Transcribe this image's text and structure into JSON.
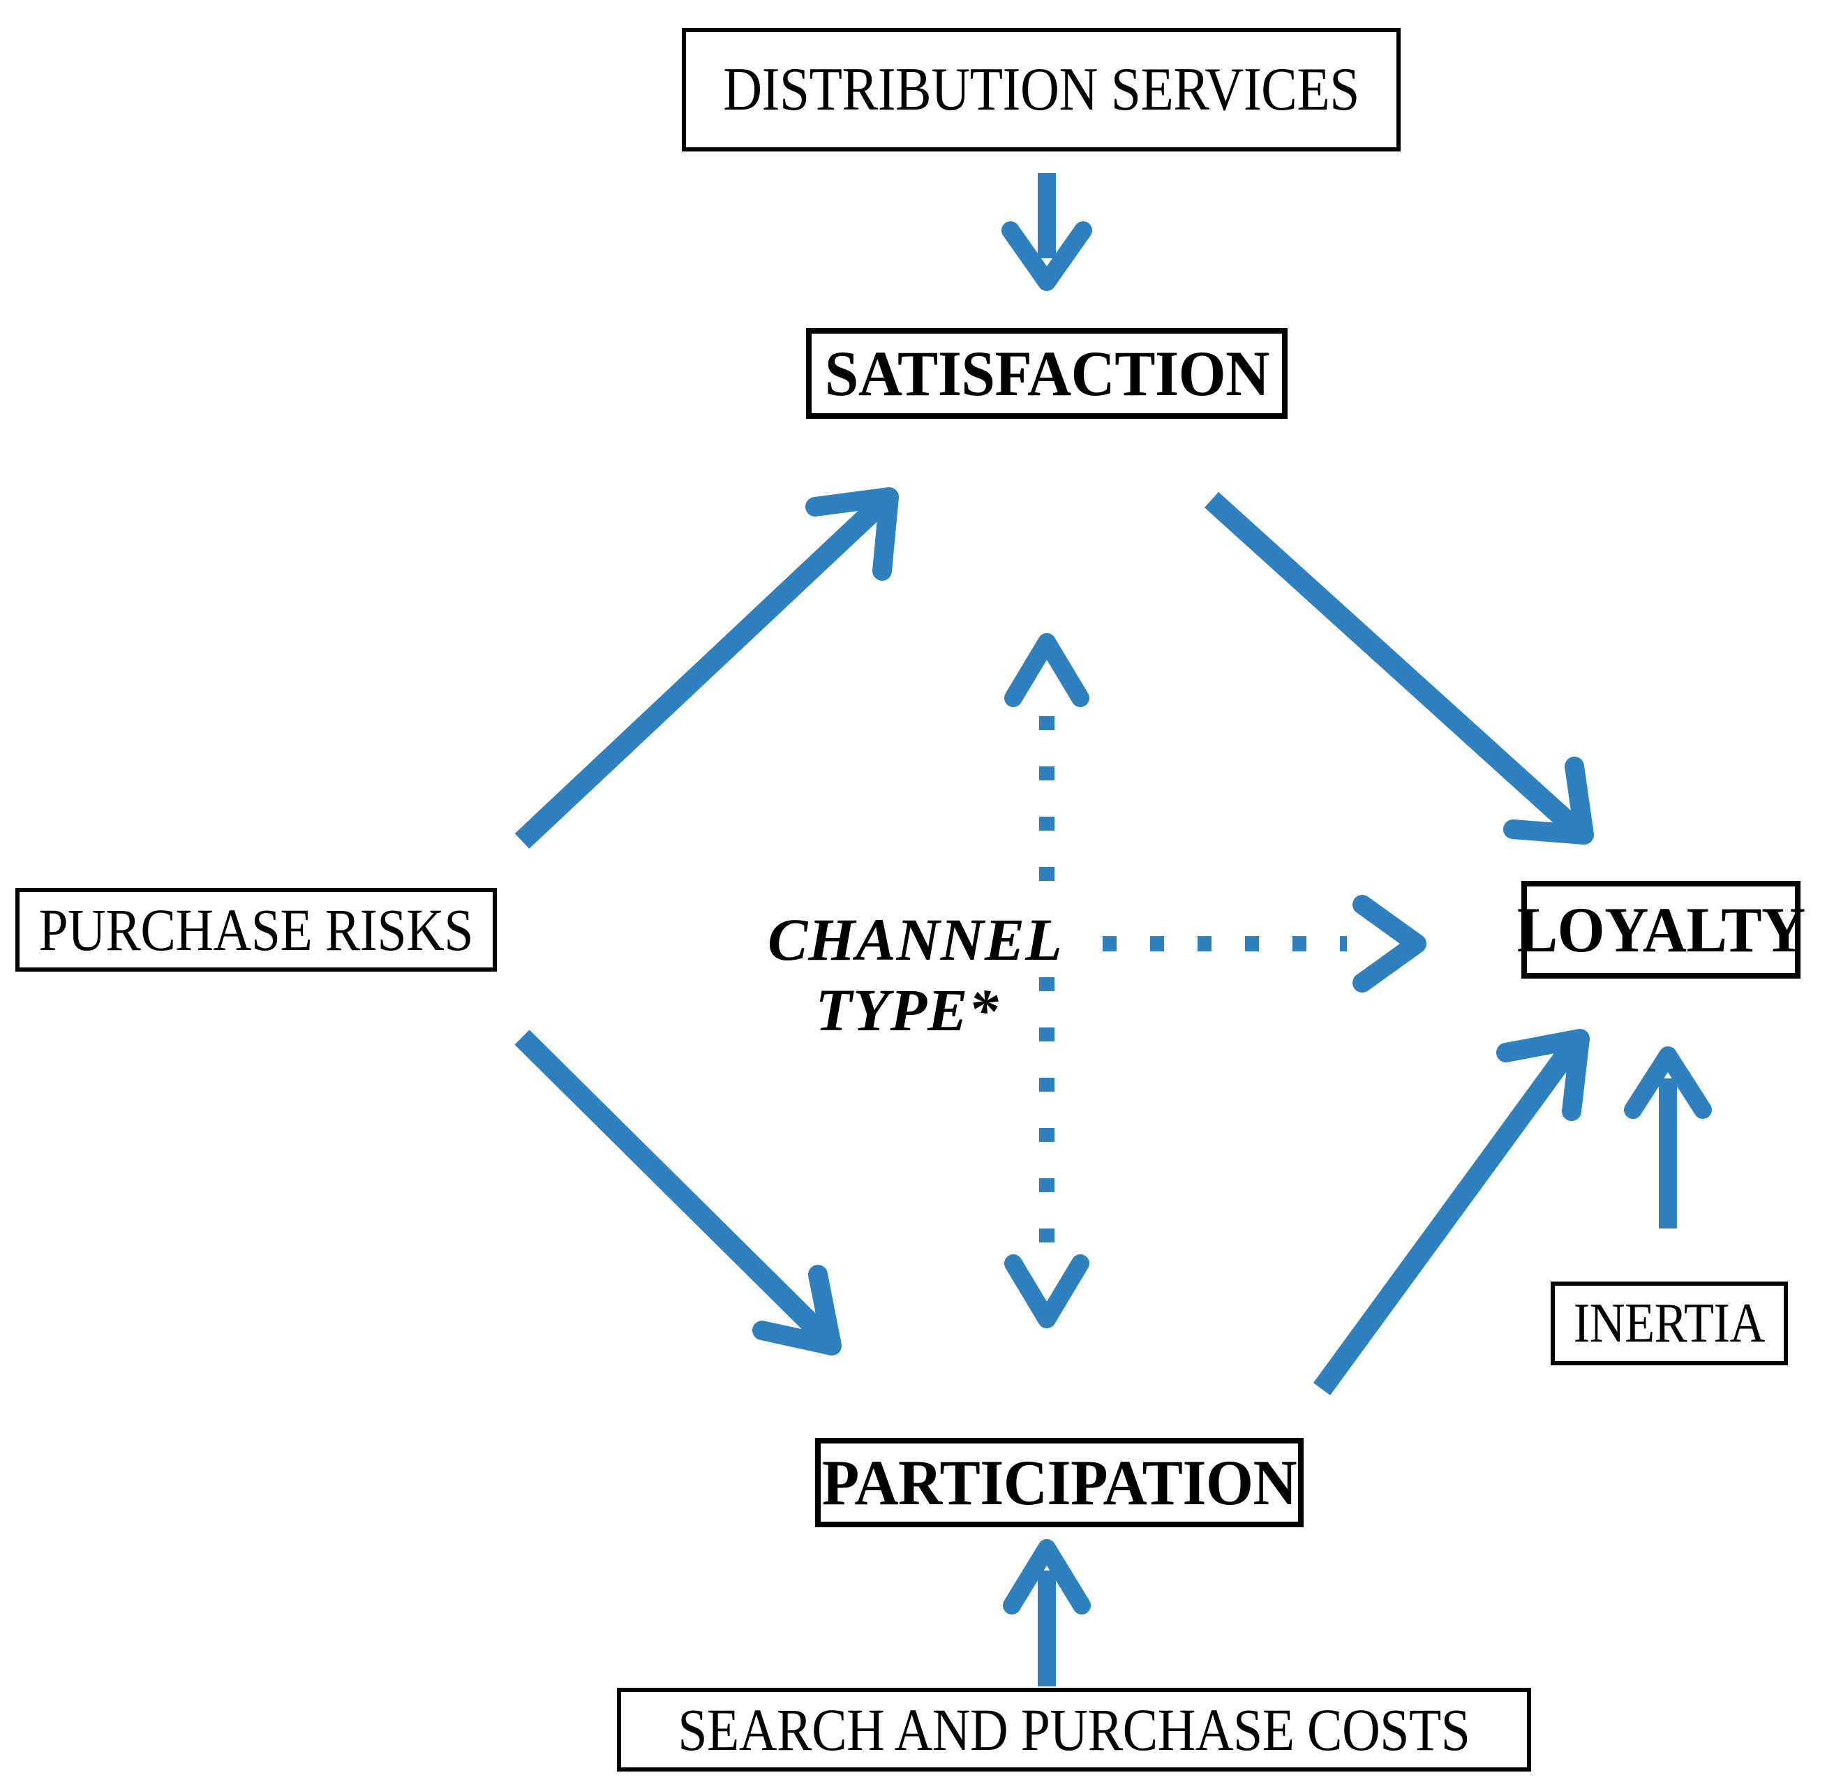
{
  "diagram": {
    "title": "",
    "accent_color": "#2E80BE",
    "line_color": "#000000",
    "background": "#ffffff",
    "nodes": {
      "distribution_services": {
        "label": "DISTRIBUTION SERVICES",
        "emphasis": "regular"
      },
      "satisfaction": {
        "label": "SATISFACTION",
        "emphasis": "bold"
      },
      "purchase_risks": {
        "label": "PURCHASE RISKS",
        "emphasis": "regular"
      },
      "loyalty": {
        "label": "LOYALTY",
        "emphasis": "bold"
      },
      "participation": {
        "label": "PARTICIPATION",
        "emphasis": "bold"
      },
      "inertia": {
        "label": "INERTIA",
        "emphasis": "regular"
      },
      "search_costs": {
        "label": "SEARCH AND PURCHASE COSTS",
        "emphasis": "regular"
      }
    },
    "moderator": {
      "line1": "CHANNEL",
      "line2": "TYPE*"
    },
    "edges": [
      {
        "name": "distribution-services-to-satisfaction",
        "from": "DISTRIBUTION SERVICES",
        "to": "SATISFACTION",
        "style": "solid"
      },
      {
        "name": "purchase-risks-to-satisfaction",
        "from": "PURCHASE RISKS",
        "to": "SATISFACTION",
        "style": "solid"
      },
      {
        "name": "satisfaction-to-loyalty",
        "from": "SATISFACTION",
        "to": "LOYALTY",
        "style": "solid"
      },
      {
        "name": "purchase-risks-to-participation",
        "from": "PURCHASE RISKS",
        "to": "PARTICIPATION",
        "style": "solid"
      },
      {
        "name": "participation-to-loyalty",
        "from": "PARTICIPATION",
        "to": "LOYALTY",
        "style": "solid"
      },
      {
        "name": "inertia-to-loyalty",
        "from": "INERTIA",
        "to": "LOYALTY",
        "style": "solid"
      },
      {
        "name": "search-costs-to-participation",
        "from": "SEARCH AND PURCHASE COSTS",
        "to": "PARTICIPATION",
        "style": "solid"
      },
      {
        "name": "channel-type-to-loyalty",
        "from": "CHANNEL TYPE*",
        "to": "LOYALTY",
        "style": "dotted"
      },
      {
        "name": "channel-type-to-satisfaction",
        "from": "CHANNEL TYPE*",
        "to": "SATISFACTION",
        "style": "dotted"
      },
      {
        "name": "channel-type-to-participation",
        "from": "CHANNEL TYPE*",
        "to": "PARTICIPATION",
        "style": "dotted"
      }
    ]
  }
}
